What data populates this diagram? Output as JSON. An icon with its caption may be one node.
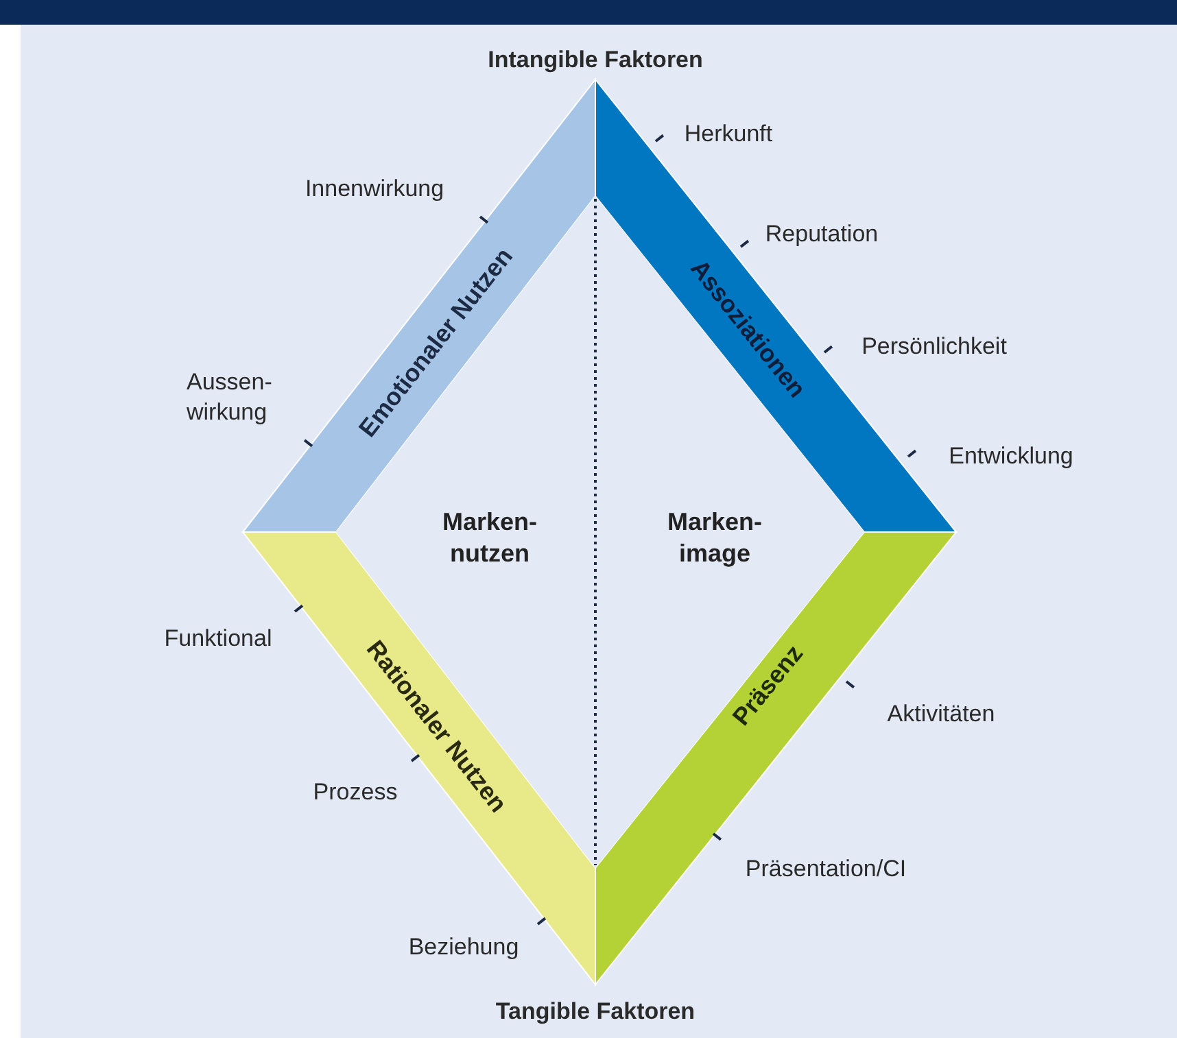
{
  "diagram": {
    "nodes": [
      {
        "text": [
          "Emotionaler Nutzen"
        ]
      },
      {
        "text": [
          "Assoziationen"
        ]
      },
      {
        "text": [
          "Rationaler Nutzen"
        ]
      },
      {
        "text": [
          "Präsenz"
        ]
      },
      {
        "text": [
          "Marken- nutzen"
        ]
      },
      {
        "text": [
          "Marken- image"
        ]
      }
    ],
    "labels": [
      "Intangible Faktoren",
      "Herkunft",
      "Innenwirkung",
      "Reputation",
      "Persönlichkeit",
      "Aussen- wirkung",
      "Entwicklung",
      "Funktional",
      "Aktivitäten",
      "Prozess",
      "Präsentation/CI",
      "Beziehung",
      "Tangible Faktoren"
    ]
  }
}
